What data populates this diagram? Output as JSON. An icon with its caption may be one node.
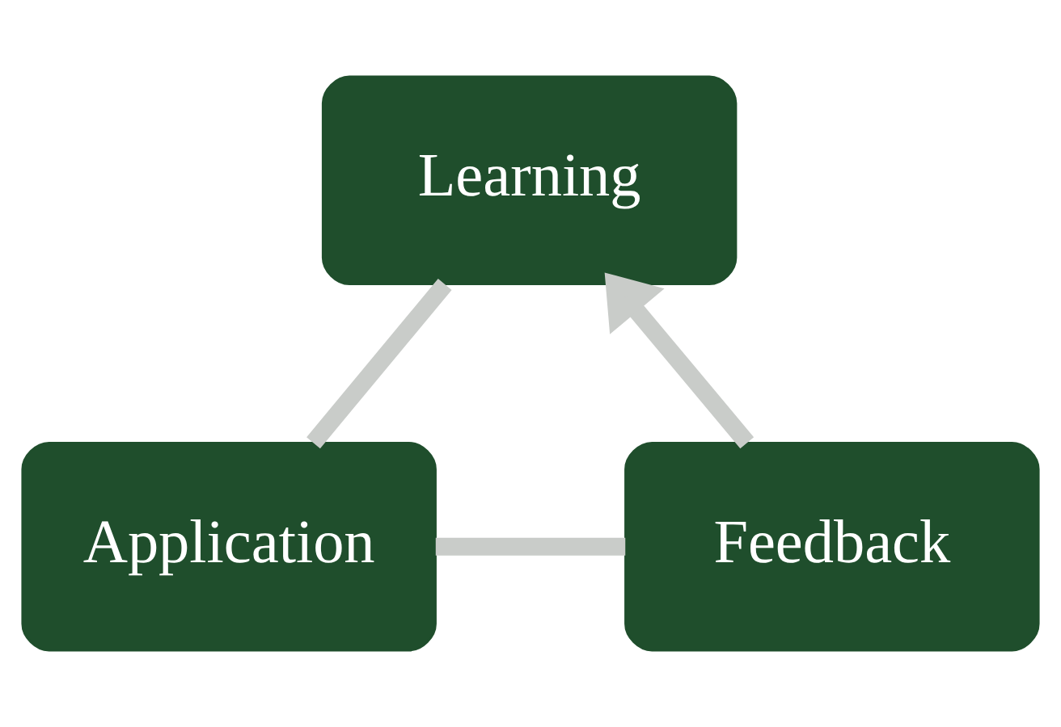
{
  "diagram": {
    "nodes": [
      {
        "text": [
          "Learning"
        ]
      },
      {
        "text": [
          "Application"
        ]
      },
      {
        "text": [
          "Feedback"
        ]
      }
    ],
    "edges": [
      {
        "from": 0,
        "to": 1,
        "arrow": "none"
      },
      {
        "from": 1,
        "to": 2,
        "arrow": "none"
      },
      {
        "from": 2,
        "to": 0,
        "arrow": "to"
      }
    ]
  }
}
